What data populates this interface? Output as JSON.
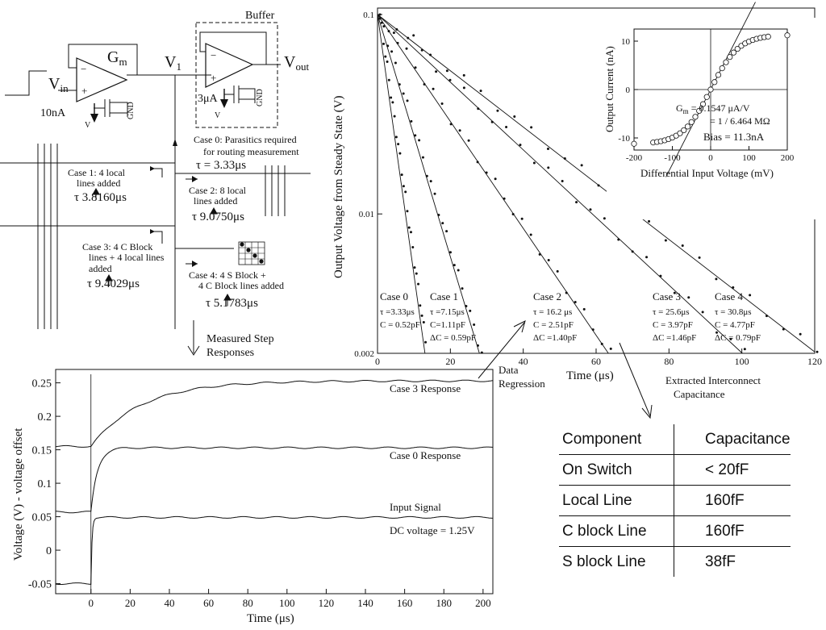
{
  "circuit": {
    "gm_label": "G",
    "gm_sub": "m",
    "vin_label": "V",
    "vin_sub": "in",
    "v1_label": "V",
    "v1_sub": "1",
    "vout_label": "V",
    "vout_sub": "out",
    "buffer_label": "Buffer",
    "gm_bias": "10nA",
    "buf_bias": "3μA",
    "gnd1": "GND",
    "gnd2": "GND",
    "plus": "+",
    "minus": "−",
    "vb1": "V",
    "vb2": "V",
    "cases": [
      {
        "l1": "Case 0: Parasitics required",
        "l2": "for routing measurement",
        "l3": "",
        "tau": "τ   = 3.33μs"
      },
      {
        "l1": "Case 1: 4 local",
        "l2": "lines added",
        "l3": "",
        "tau": "τ 3.8160μs"
      },
      {
        "l1": "Case 2: 8 local",
        "l2": "lines added",
        "l3": "",
        "tau": "τ 9.0750μs"
      },
      {
        "l1": "Case 3: 4 C Block",
        "l2": "lines + 4 local lines",
        "l3": "added",
        "tau": "τ 9.4029μs"
      },
      {
        "l1": "Case 4: 4 S Block +",
        "l2": "4 C Block lines added",
        "l3": "",
        "tau": "τ 5.1783μs"
      }
    ],
    "measured_label_1": "Measured Step",
    "measured_label_2": "Responses",
    "data_regression_1": "Data",
    "data_regression_2": "Regression",
    "extracted_1": "Extracted Interconnect",
    "extracted_2": "Capacitance"
  },
  "chart_data": [
    {
      "type": "scatter",
      "title": "",
      "xlabel": "Time (μs)",
      "ylabel": "Output Voltage from Steady State (V)",
      "xlim": [
        0,
        120
      ],
      "ylim": [
        0.002,
        0.1
      ],
      "yscale": "log",
      "xticks": [
        0,
        20,
        40,
        60,
        80,
        100,
        120
      ],
      "yticks": [
        {
          "v": 0.1,
          "label": "0.1"
        },
        {
          "v": 0.01,
          "label": "0.01"
        },
        {
          "v": 0.002,
          "label": "0.002"
        }
      ],
      "series": [
        {
          "name": "Case 0",
          "tau_us": 3.33,
          "lines": [
            "Case 0",
            "τ =3.33μs",
            "C = 0.52pF"
          ]
        },
        {
          "name": "Case 1",
          "tau_us": 7.15,
          "lines": [
            "Case 1",
            "τ =7.15μs",
            "C=1.11pF",
            "ΔC = 0.59pF"
          ]
        },
        {
          "name": "Case 2",
          "tau_us": 16.2,
          "lines": [
            "Case 2",
            "τ = 16.2 μs",
            "C = 2.51pF",
            "ΔC =1.40pF"
          ]
        },
        {
          "name": "Case 3",
          "tau_us": 25.6,
          "lines": [
            "Case 3",
            "τ = 25.6μs",
            "C = 3.97pF",
            "ΔC =1.46pF"
          ]
        },
        {
          "name": "Case 4",
          "tau_us": 30.8,
          "lines": [
            "Case 4",
            "τ = 30.8μs",
            "C = 4.77pF",
            "ΔC = 0.79pF"
          ]
        }
      ]
    },
    {
      "type": "scatter",
      "title": "",
      "xlabel": "Differential Input Voltage (mV)",
      "ylabel": "Output Current (nA)",
      "xlim": [
        -200,
        200
      ],
      "ylim": [
        -12.5,
        12.5
      ],
      "xticks": [
        -200,
        -100,
        0,
        100,
        200
      ],
      "yticks": [
        -10,
        0,
        10
      ],
      "gm_text": "G",
      "gm_sub": "m",
      "gm_value": " = 0.1547 μA/V",
      "gm_value_2": "= 1 / 6.464 MΩ",
      "bias_text": "Bias = 11.3nA",
      "i_bias_na": 11.3,
      "v_slope_mv": 73
    },
    {
      "type": "line",
      "title": "",
      "xlabel": "Time (μs)",
      "ylabel": "Voltage (V) - voltage offset",
      "xlim": [
        -18,
        205
      ],
      "ylim": [
        -0.065,
        0.27
      ],
      "xticks": [
        0,
        20,
        40,
        60,
        80,
        100,
        120,
        140,
        160,
        180,
        200
      ],
      "yticks": [
        {
          "v": 0.25,
          "label": "0.25"
        },
        {
          "v": 0.2,
          "label": "0.2"
        },
        {
          "v": 0.15,
          "label": "0.15"
        },
        {
          "v": 0.1,
          "label": "0.1"
        },
        {
          "v": 0.05,
          "label": "0.05"
        },
        {
          "v": 0,
          "label": "0"
        },
        {
          "v": -0.05,
          "label": "-0.05"
        }
      ],
      "series": [
        {
          "name": "Case 3 Response",
          "base": 0.155,
          "final": 0.253,
          "tau_us": 25.6
        },
        {
          "name": "Case 0 Response",
          "base": 0.057,
          "final": 0.153,
          "tau_us": 3.33
        },
        {
          "name": "Input Signal",
          "base": -0.05,
          "final": 0.049,
          "tau_us": 0.5
        }
      ],
      "annotation": "DC voltage = 1.25V"
    }
  ],
  "table": {
    "headers": [
      "Component",
      "Capacitance"
    ],
    "rows": [
      [
        "On Switch",
        "< 20fF"
      ],
      [
        "Local Line",
        "160fF"
      ],
      [
        "C block Line",
        "160fF"
      ],
      [
        "S block Line",
        "38fF"
      ]
    ]
  }
}
